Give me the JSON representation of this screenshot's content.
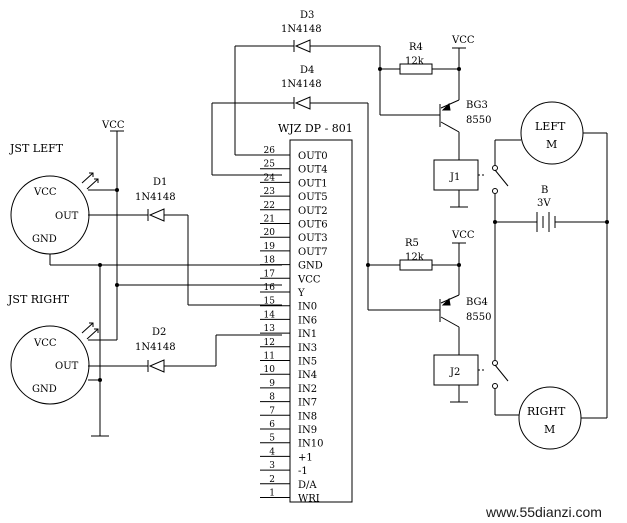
{
  "chip": {
    "title": "WJZ DP - 801",
    "pins": [
      {
        "num": "26",
        "sig": "OUT0"
      },
      {
        "num": "25",
        "sig": "OUT4"
      },
      {
        "num": "24",
        "sig": "OUT1"
      },
      {
        "num": "23",
        "sig": "OUT5"
      },
      {
        "num": "22",
        "sig": "OUT2"
      },
      {
        "num": "21",
        "sig": "OUT6"
      },
      {
        "num": "20",
        "sig": "OUT3"
      },
      {
        "num": "19",
        "sig": "OUT7"
      },
      {
        "num": "18",
        "sig": "GND"
      },
      {
        "num": "17",
        "sig": "VCC"
      },
      {
        "num": "16",
        "sig": "Y"
      },
      {
        "num": "15",
        "sig": "IN0"
      },
      {
        "num": "14",
        "sig": "IN6"
      },
      {
        "num": "13",
        "sig": "IN1"
      },
      {
        "num": "12",
        "sig": "IN3"
      },
      {
        "num": "11",
        "sig": "IN5"
      },
      {
        "num": "10",
        "sig": "IN4"
      },
      {
        "num": "9",
        "sig": "IN2"
      },
      {
        "num": "8",
        "sig": "IN7"
      },
      {
        "num": "7",
        "sig": "IN8"
      },
      {
        "num": "6",
        "sig": "IN9"
      },
      {
        "num": "5",
        "sig": "IN10"
      },
      {
        "num": "4",
        "sig": "+1"
      },
      {
        "num": "3",
        "sig": "-1"
      },
      {
        "num": "2",
        "sig": "D/A"
      },
      {
        "num": "1",
        "sig": "WRI"
      }
    ]
  },
  "sensors": {
    "left": {
      "title": "JST LEFT",
      "vcc": "VCC",
      "out": "OUT",
      "gnd": "GND"
    },
    "right": {
      "title": "JST RIGHT",
      "vcc": "VCC",
      "out": "OUT",
      "gnd": "GND"
    }
  },
  "diodes": {
    "d1": {
      "ref": "D1",
      "part": "1N4148"
    },
    "d2": {
      "ref": "D2",
      "part": "1N4148"
    },
    "d3": {
      "ref": "D3",
      "part": "1N4148"
    },
    "d4": {
      "ref": "D4",
      "part": "1N4148"
    }
  },
  "resistors": {
    "r4": {
      "ref": "R4",
      "value": "12k"
    },
    "r5": {
      "ref": "R5",
      "value": "12k"
    }
  },
  "transistors": {
    "bg3": {
      "ref": "BG3",
      "part": "8550"
    },
    "bg4": {
      "ref": "BG4",
      "part": "8550"
    }
  },
  "relays": {
    "j1": "J1",
    "j2": "J2"
  },
  "battery": {
    "ref": "B",
    "value": "3V"
  },
  "motors": {
    "left": {
      "name": "LEFT",
      "sym": "M"
    },
    "right": {
      "name": "RIGHT",
      "sym": "M"
    }
  },
  "supply": {
    "vcc": "VCC"
  },
  "watermark": "www.55dianzi.com"
}
